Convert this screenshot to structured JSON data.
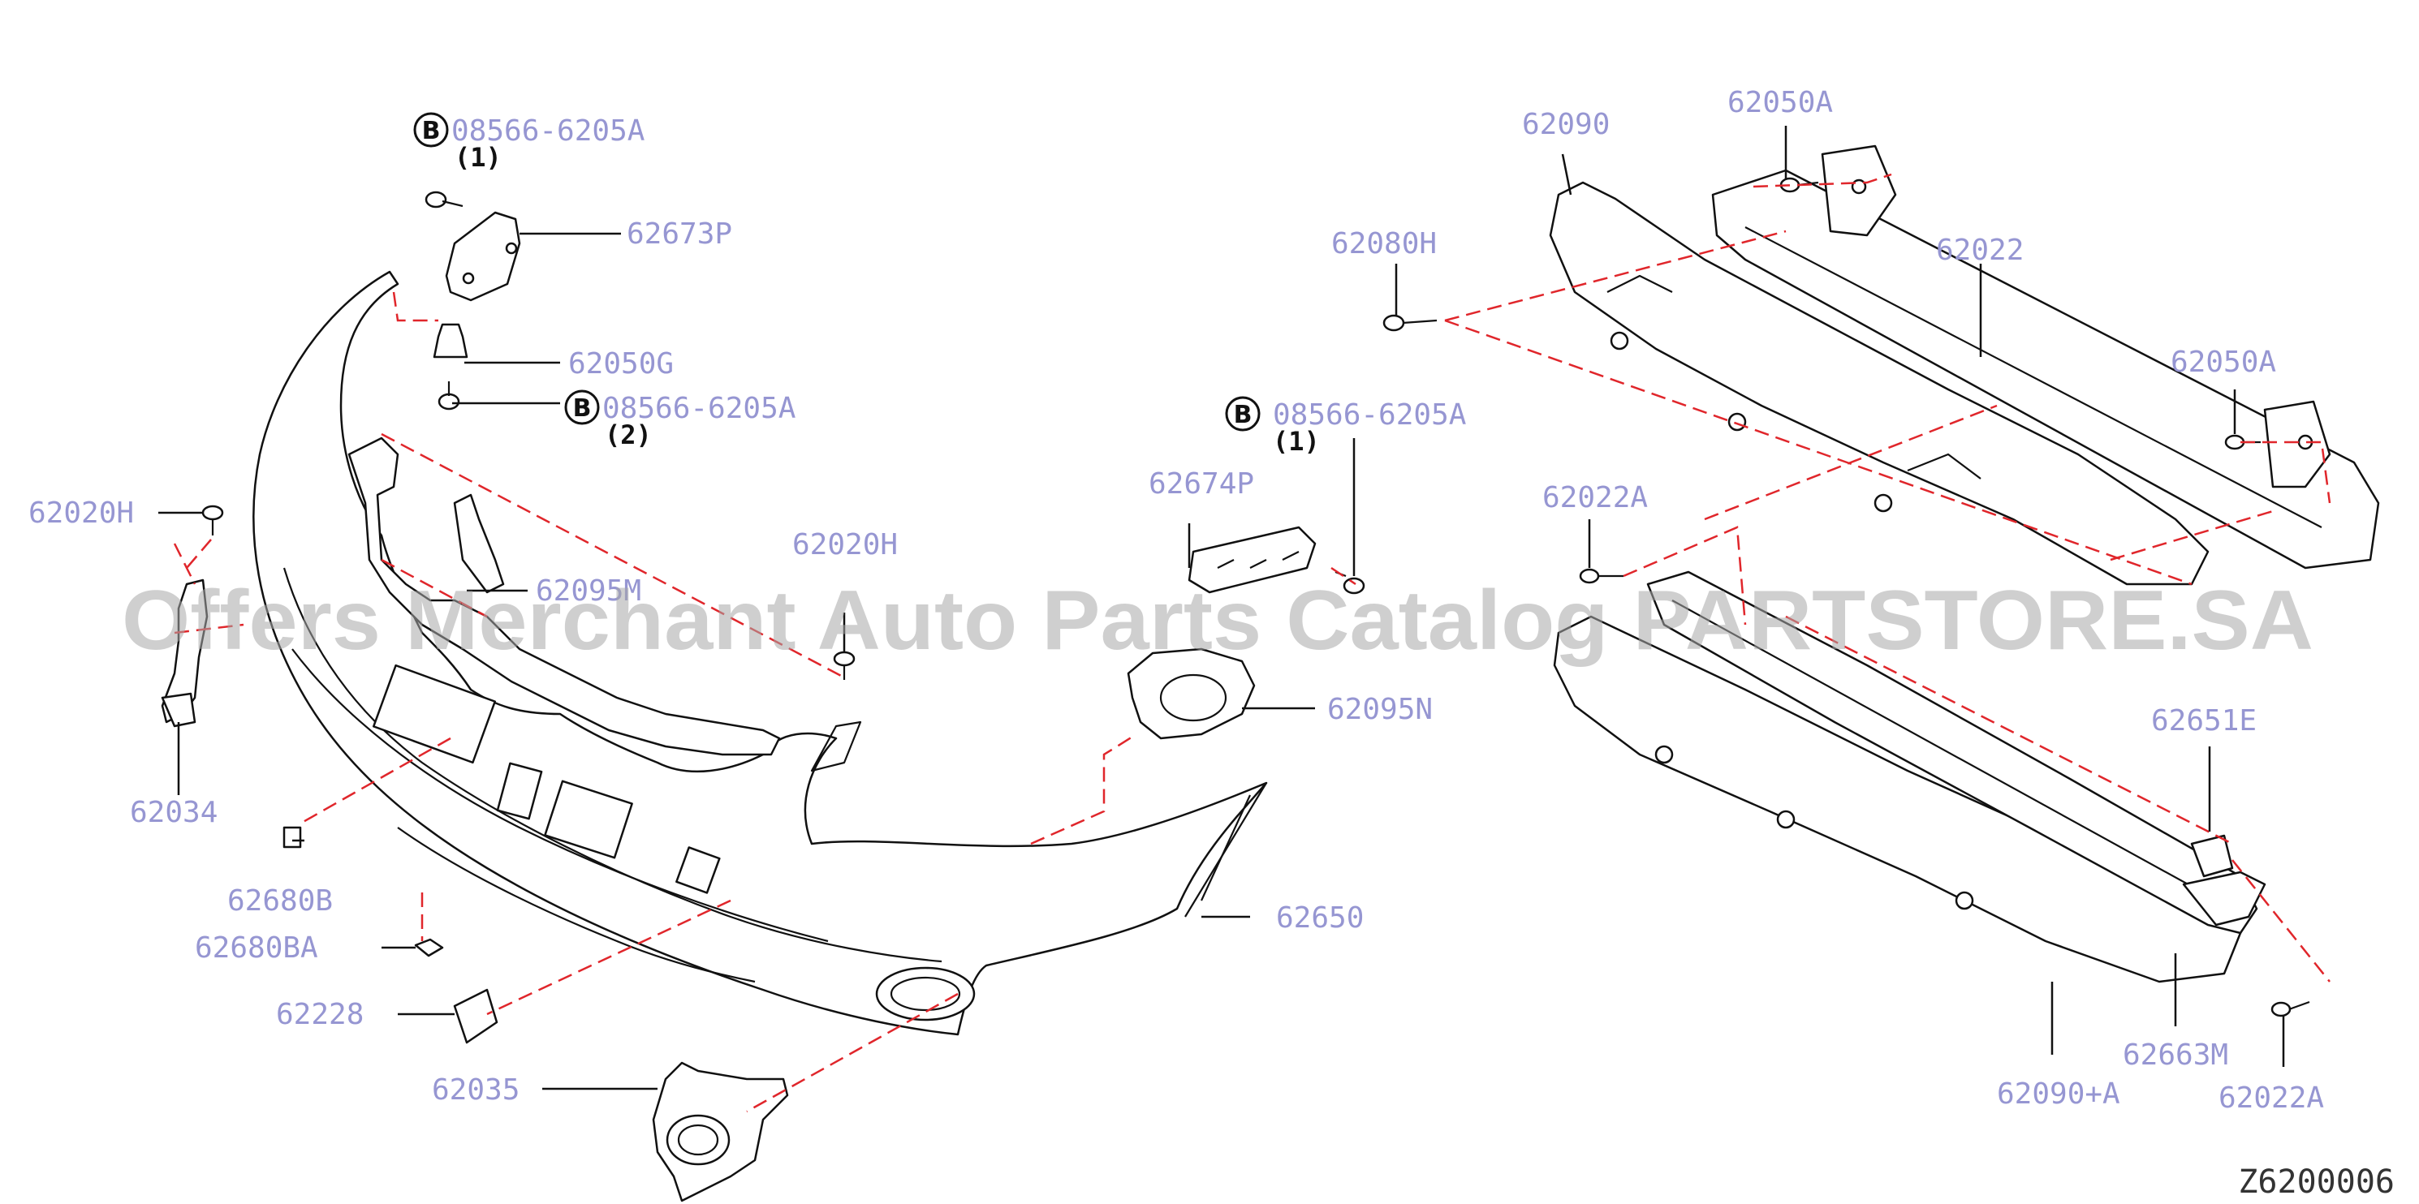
{
  "labels": {
    "p08566_top": "08566-6205A",
    "p08566_mid": "08566-6205A",
    "p08566_right": "08566-6205A",
    "q1_top": "(1)",
    "q2_mid": "(2)",
    "q1_right": "(1)",
    "bolt_badge": "B",
    "p62673P": "62673P",
    "p62050G": "62050G",
    "p62020H_left": "62020H",
    "p62020H_mid": "62020H",
    "p62095M": "62095M",
    "p62034": "62034",
    "p62680B": "62680B",
    "p62680BA": "62680BA",
    "p62228": "62228",
    "p62035": "62035",
    "p62650": "62650",
    "p62674P": "62674P",
    "p62095N": "62095N",
    "p62090": "62090",
    "p62050A_top": "62050A",
    "p62080H": "62080H",
    "p62022": "62022",
    "p62050A_right": "62050A",
    "p62022A_top": "62022A",
    "p62651E": "62651E",
    "p62663M": "62663M",
    "p62090A": "62090+A",
    "p62022A_bottom": "62022A"
  },
  "diagram_code": "Z6200006",
  "watermark": "Offers Merchant Auto Parts Catalog PARTSTORE.SA",
  "colors": {
    "label": "#9696d2",
    "dashed_line": "#e0262b",
    "outline": "#111111"
  }
}
